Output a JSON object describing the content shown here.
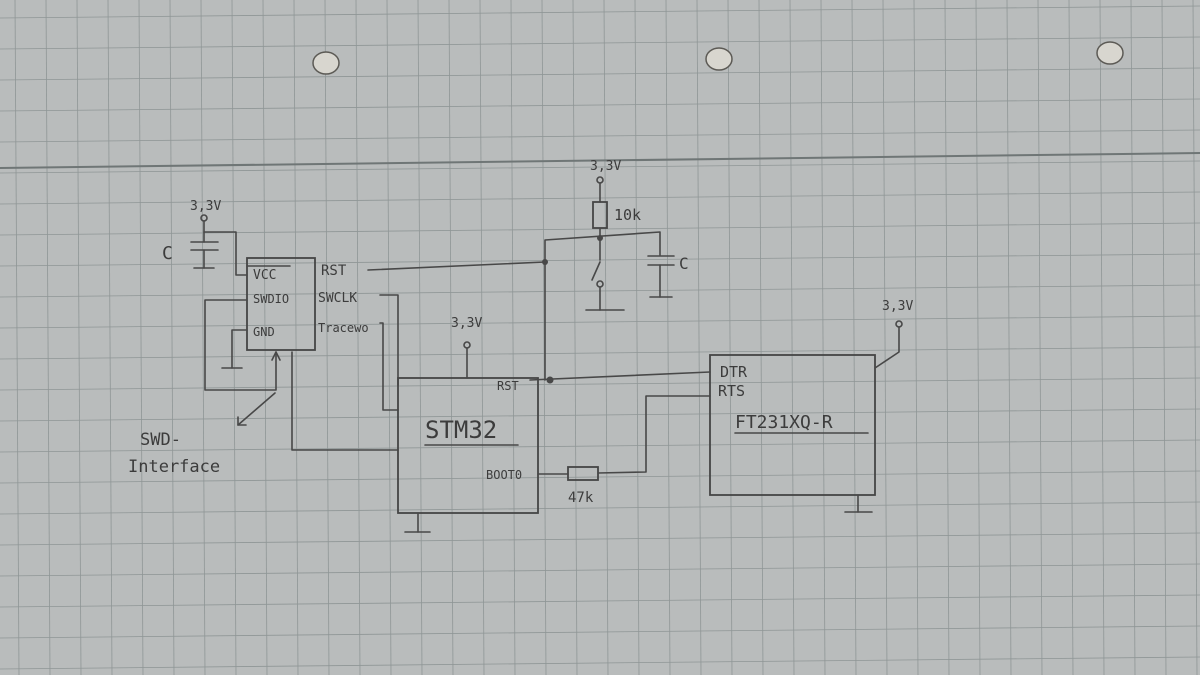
{
  "colors": {
    "paper": "#b9bcbc",
    "grid": "#8f9696",
    "ink": "#484848"
  },
  "swd": {
    "vcc": "VCC",
    "swdio": "SWDIO",
    "gnd": "GND",
    "rst": "RST",
    "swclk": "SWCLK",
    "tracewo": "Tracewo",
    "interface_line1": "SWD-",
    "interface_line2": "Interface"
  },
  "mcu": {
    "name": "STM32",
    "rst": "RST",
    "boot0": "BOOT0"
  },
  "uart": {
    "name": "FT231XQ-R",
    "dtr": "DTR",
    "rts": "RTS"
  },
  "supply": {
    "swd": "3,3V",
    "mcu": "3,3V",
    "reset": "3,3V",
    "uart": "3,3V"
  },
  "passives": {
    "cap_swd": "C",
    "cap_reset": "C",
    "r_pullup": "10k",
    "r_boot": "47k"
  }
}
